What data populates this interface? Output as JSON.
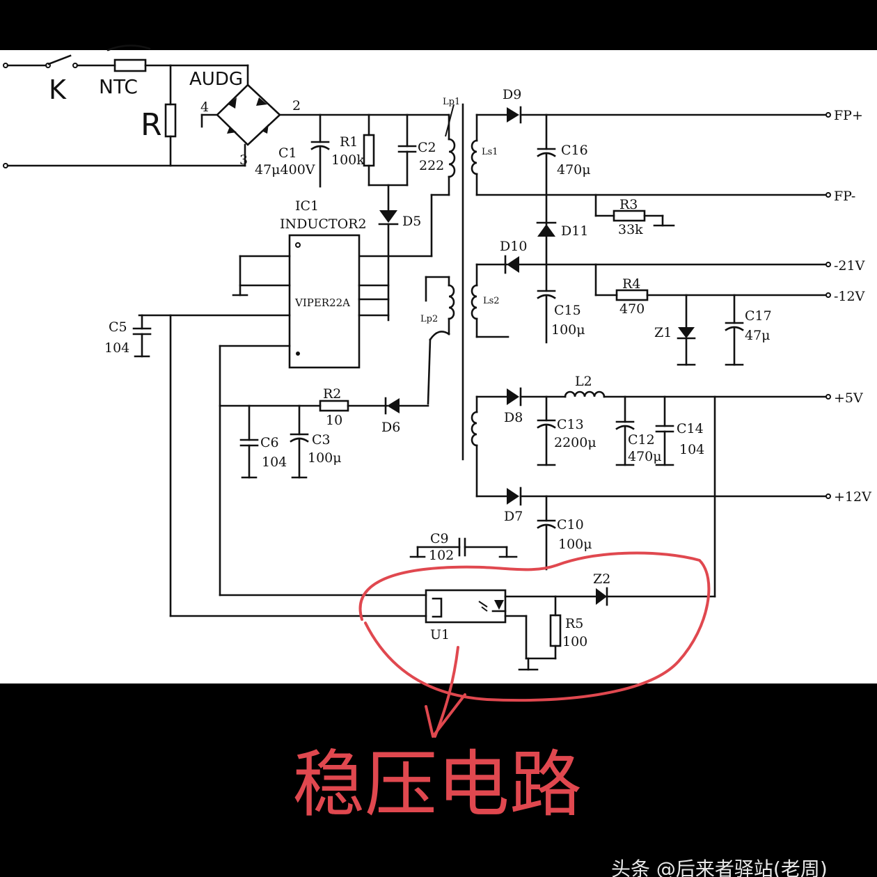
{
  "handwritten": {
    "switch": "K",
    "thermistor": "NTC",
    "bridge": "AUDG",
    "resistor": "R"
  },
  "bridge_pins": {
    "p2": "2",
    "p3": "3",
    "p4": "4"
  },
  "components": {
    "c1": {
      "name": "C1",
      "value": "47μ400V"
    },
    "r1": {
      "name": "R1",
      "value": "100k"
    },
    "c2": {
      "name": "C2",
      "value": "222"
    },
    "d5": "D5",
    "ic1": {
      "name": "IC1",
      "subtitle": "INDUCTOR2",
      "chip": "VIPER22A"
    },
    "c5": {
      "name": "C5",
      "value": "104"
    },
    "c6": {
      "name": "C6",
      "value": "104"
    },
    "c3": {
      "name": "C3",
      "value": "100μ"
    },
    "r2": {
      "name": "R2",
      "value": "10"
    },
    "d6": "D6",
    "lp1": "Lp1",
    "ls1": "Ls1",
    "ls2": "Ls2",
    "lp2": "Lp2",
    "d9": "D9",
    "c16": {
      "name": "C16",
      "value": "470μ"
    },
    "r3": {
      "name": "R3",
      "value": "33k"
    },
    "d11": "D11",
    "d10": "D10",
    "c15": {
      "name": "C15",
      "value": "100μ"
    },
    "r4": {
      "name": "R4",
      "value": "470"
    },
    "z1": "Z1",
    "c17": {
      "name": "C17",
      "value": "47μ"
    },
    "l2": "L2",
    "d8": "D8",
    "c13": {
      "name": "C13",
      "value": "2200μ"
    },
    "c12": {
      "name": "C12",
      "value": "470μ"
    },
    "c14": {
      "name": "C14",
      "value": "104"
    },
    "d7": "D7",
    "c10": {
      "name": "C10",
      "value": "100μ"
    },
    "c9": {
      "name": "C9",
      "value": "102"
    },
    "z2": "Z2",
    "u1": "U1",
    "r5": {
      "name": "R5",
      "value": "100"
    }
  },
  "outputs": {
    "fp_plus": "FP+",
    "fp_minus": "FP-",
    "v_neg21": "-21V",
    "v_neg12": "-12V",
    "v_5": "+5V",
    "v_12": "+12V"
  },
  "annotation": {
    "caption": "稳压电路",
    "caption_color": "#e0484f"
  },
  "watermark": "头条 @后来者驿站(老周)"
}
